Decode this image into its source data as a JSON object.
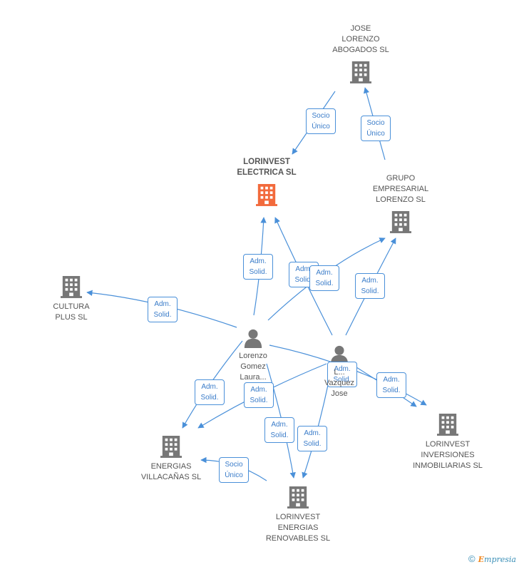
{
  "colors": {
    "edge": "#4a90d9",
    "building": "#777777",
    "focus_building": "#f26a3c",
    "person": "#777777"
  },
  "nodes": [
    {
      "id": "lorinvest-electrica",
      "type": "company",
      "focus": true,
      "label": "LORINVEST\nELECTRICA SL",
      "icon": "building-icon"
    },
    {
      "id": "jose-lorenzo-abogados",
      "type": "company",
      "label": "JOSE\nLORENZO\nABOGADOS SL",
      "icon": "building-icon"
    },
    {
      "id": "grupo-empresarial-lorenzo",
      "type": "company",
      "label": "GRUPO\nEMPRESARIAL\nLORENZO SL",
      "icon": "building-icon"
    },
    {
      "id": "cultura-plus",
      "type": "company",
      "label": "CULTURA\nPLUS SL",
      "icon": "building-icon"
    },
    {
      "id": "lorenzo-gomez",
      "type": "person",
      "label": "Lorenzo\nGomez\nLaura...",
      "icon": "person-icon"
    },
    {
      "id": "lorenzo-vazquez",
      "type": "person",
      "label": "L...\nVazquez\nJose",
      "icon": "person-icon"
    },
    {
      "id": "lorinvest-inversiones",
      "type": "company",
      "label": "LORINVEST\nINVERSIONES\nINMOBILIARIAS SL",
      "icon": "building-icon"
    },
    {
      "id": "energias-villacanas",
      "type": "company",
      "label": "ENERGIAS\nVILLACAÑAS SL",
      "icon": "building-icon"
    },
    {
      "id": "lorinvest-energias",
      "type": "company",
      "label": "LORINVEST\nENERGIAS\nRENOVABLES SL",
      "icon": "building-icon"
    }
  ],
  "edges": [
    {
      "from": "jose-lorenzo-abogados",
      "to": "lorinvest-electrica",
      "label": "Socio\nÚnico"
    },
    {
      "from": "grupo-empresarial-lorenzo",
      "to": "jose-lorenzo-abogados",
      "label": "Socio\nÚnico"
    },
    {
      "from": "lorenzo-gomez",
      "to": "lorinvest-electrica",
      "label": "Adm.\nSolid."
    },
    {
      "from": "lorenzo-vazquez",
      "to": "lorinvest-electrica",
      "label": "Adm.\nSolid."
    },
    {
      "from": "lorenzo-gomez",
      "to": "grupo-empresarial-lorenzo",
      "label": "Adm.\nSolid."
    },
    {
      "from": "lorenzo-vazquez",
      "to": "grupo-empresarial-lorenzo",
      "label": "Adm.\nSolid."
    },
    {
      "from": "lorenzo-gomez",
      "to": "cultura-plus",
      "label": "Adm.\nSolid."
    },
    {
      "from": "lorenzo-gomez",
      "to": "lorinvest-inversiones",
      "label": "Adm.\nSolid."
    },
    {
      "from": "lorenzo-vazquez",
      "to": "lorinvest-inversiones",
      "label": "Adm.\nSolid."
    },
    {
      "from": "lorenzo-gomez",
      "to": "energias-villacanas",
      "label": "Adm.\nSolid."
    },
    {
      "from": "lorenzo-vazquez",
      "to": "energias-villacanas",
      "label": "Adm.\nSolid."
    },
    {
      "from": "lorenzo-gomez",
      "to": "lorinvest-energias",
      "label": "Adm.\nSolid."
    },
    {
      "from": "lorenzo-vazquez",
      "to": "lorinvest-energias",
      "label": "Adm.\nSolid."
    },
    {
      "from": "lorinvest-energias",
      "to": "energias-villacanas",
      "label": "Socio\nÚnico"
    }
  ],
  "footer": {
    "copyright": "©",
    "brand_initial": "E",
    "brand_rest": "mpresia"
  }
}
